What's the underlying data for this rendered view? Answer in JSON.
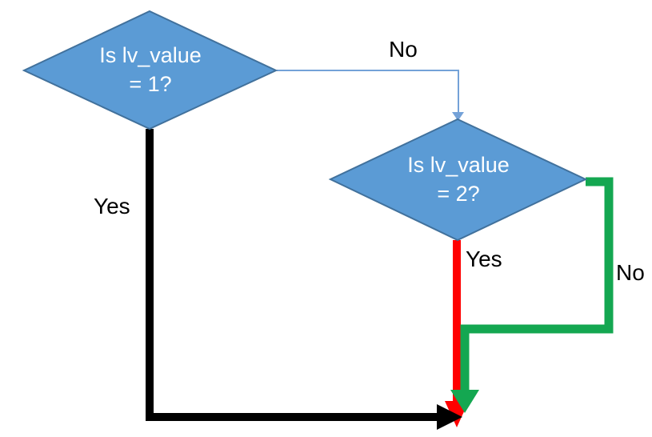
{
  "diagram": {
    "background": "#FFFFFF",
    "nodes": {
      "decision1": {
        "type": "decision",
        "line1": "Is lv_value",
        "line2": "= 1?"
      },
      "decision2": {
        "type": "decision",
        "line1": "Is lv_value",
        "line2": "= 2?"
      }
    },
    "edges": {
      "no1": {
        "label": "No",
        "from": "decision1",
        "to": "decision2",
        "style": "thin-blue-arrow"
      },
      "yes1": {
        "label": "Yes",
        "from": "decision1",
        "style": "thick-black-arrow"
      },
      "yes2": {
        "label": "Yes",
        "from": "decision2",
        "style": "thick-red-arrow"
      },
      "no2": {
        "label": "No",
        "from": "decision2",
        "style": "thick-green-arrow"
      }
    },
    "colors": {
      "diamond_fill": "#5B9BD5",
      "diamond_border": "#41719C",
      "connector_blue": "#74A2D8",
      "black": "#000000",
      "red": "#FF0000",
      "green": "#14A751",
      "node_text": "#FFFFFF",
      "label_text": "#000000"
    }
  }
}
